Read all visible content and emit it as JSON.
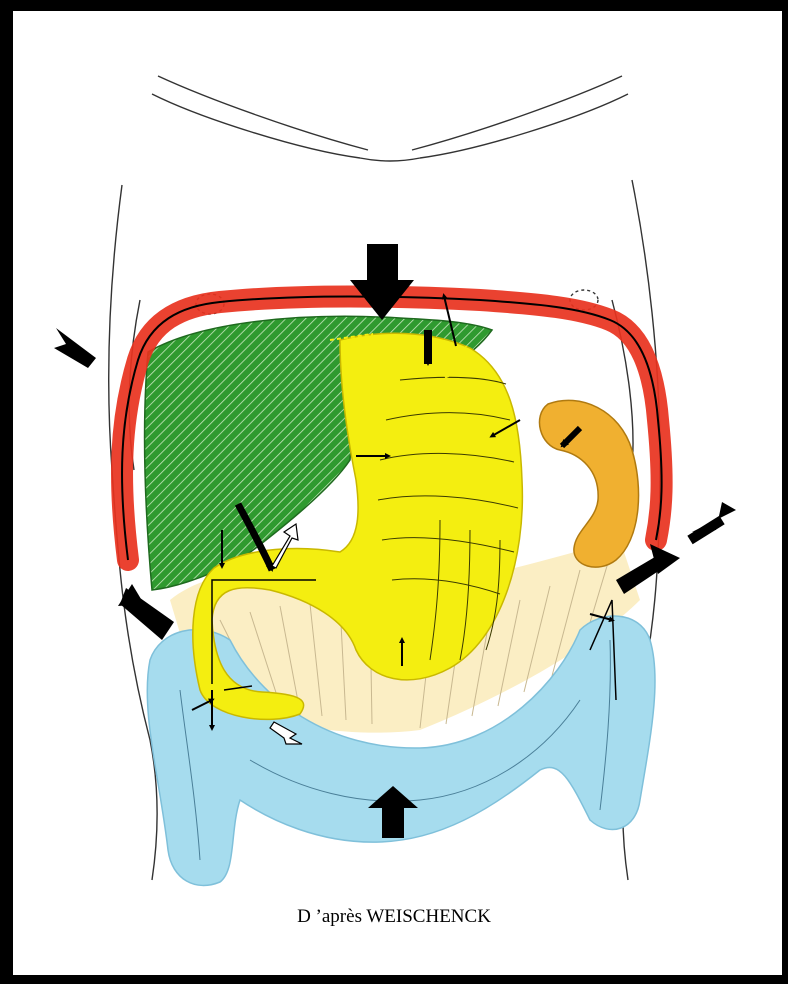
{
  "caption": "D ’après WEISCHENCK",
  "colors": {
    "diaphragm": "#e8321e",
    "liver": "#2f9a2f",
    "stomach": "#f4ee10",
    "spleen": "#f0b030",
    "colon": "#a6dcee",
    "mesentery": "#fbeec4",
    "outline": "#222222",
    "arrow": "#000000",
    "frame": "#000000"
  },
  "icons": [
    "large-downward-force-arrow",
    "lateral-outward-arrow",
    "small-pressure-arrow",
    "hollow-arrow"
  ]
}
